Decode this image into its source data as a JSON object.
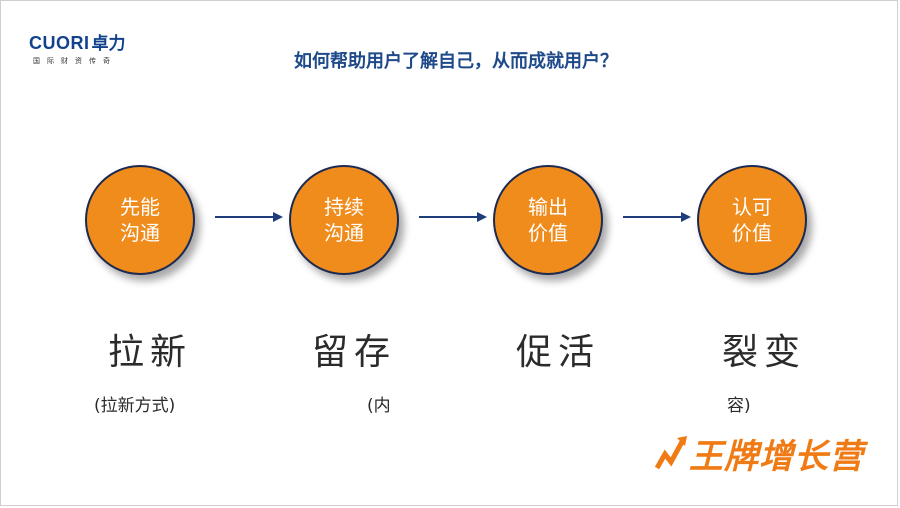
{
  "logo": {
    "text": "CUORI",
    "cn": "卓力",
    "sub": "国际财资传奇"
  },
  "title": "如何帮助用户了解自己，从而成就用户？",
  "steps": [
    {
      "line1": "先能",
      "line2": "沟通"
    },
    {
      "line1": "持续",
      "line2": "沟通"
    },
    {
      "line1": "输出",
      "line2": "价值"
    },
    {
      "line1": "认可",
      "line2": "价值"
    }
  ],
  "stages": [
    "拉新",
    "留存",
    "促活",
    "裂变"
  ],
  "notes": [
    "(拉新方式)",
    "(内",
    "容)"
  ],
  "brand": "王牌增长营",
  "colors": {
    "circle_fill": "#ef8c1c",
    "circle_border": "#1c2a52",
    "title": "#1f4a8a",
    "logo": "#13428c",
    "brand": "#f07b14"
  }
}
